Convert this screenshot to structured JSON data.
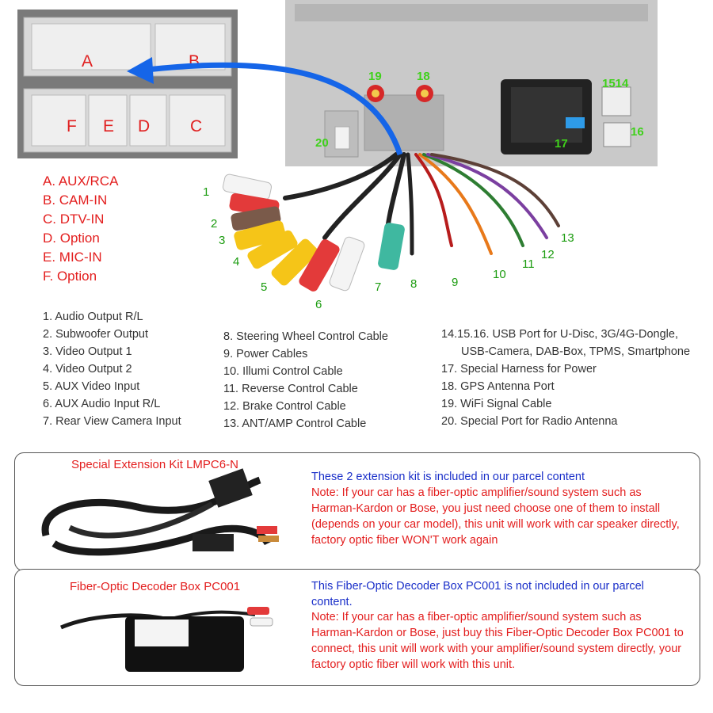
{
  "connector_letters": [
    "A",
    "B",
    "F",
    "E",
    "D",
    "C"
  ],
  "port_numbers": [
    "19",
    "18",
    "1514",
    "16",
    "17",
    "20"
  ],
  "cable_numbers": [
    "1",
    "2",
    "3",
    "4",
    "5",
    "6",
    "7",
    "8",
    "9",
    "10",
    "11",
    "12",
    "13"
  ],
  "connector_legend": [
    "A. AUX/RCA",
    "B. CAM-IN",
    "C. DTV-IN",
    "D. Option",
    "E. MIC-IN",
    "F. Option"
  ],
  "cable_list_1": [
    "1. Audio Output R/L",
    "2. Subwoofer Output",
    "3. Video Output 1",
    "4. Video Output 2",
    "5. AUX Video Input",
    "6. AUX Audio Input R/L",
    "7. Rear View Camera Input"
  ],
  "cable_list_2": [
    "8. Steering Wheel Control Cable",
    "9. Power Cables",
    "10. Illumi Control Cable",
    "11. Reverse Control Cable",
    "12. Brake Control Cable",
    "13. ANT/AMP Control Cable"
  ],
  "cable_list_3": [
    "14.15.16. USB Port for U-Disc, 3G/4G-Dongle,",
    "USB-Camera, DAB-Box, TPMS, Smartphone",
    "17. Special Harness for Power",
    "18. GPS Antenna Port",
    "19. WiFi Signal Cable",
    "20. Special Port for Radio Antenna"
  ],
  "kit1": {
    "title": "Special Extension Kit LMPC6-N",
    "headline": "These 2 extension kit is included in our parcel content",
    "note": "Note: If your car has a fiber-optic amplifier/sound system such as Harman-Kardon or Bose, you just need choose one of them to install (depends on your car model), this unit will work with car speaker directly, factory optic fiber WON'T work again"
  },
  "kit2": {
    "title": "Fiber-Optic Decoder Box  PC001",
    "headline": "This Fiber-Optic Decoder Box  PC001 is not included in our parcel content.",
    "note": "Note: If your car has a fiber-optic amplifier/sound system such as Harman-Kardon or Bose, just buy this Fiber-Optic Decoder Box PC001 to connect, this unit will work with your amplifier/sound system directly, your factory optic fiber will work with this unit."
  },
  "colors": {
    "accent_red": "#e31e1e",
    "note_blue": "#1a2fc9",
    "label_green": "#3fd11b",
    "arrow_blue": "#1565e8"
  }
}
